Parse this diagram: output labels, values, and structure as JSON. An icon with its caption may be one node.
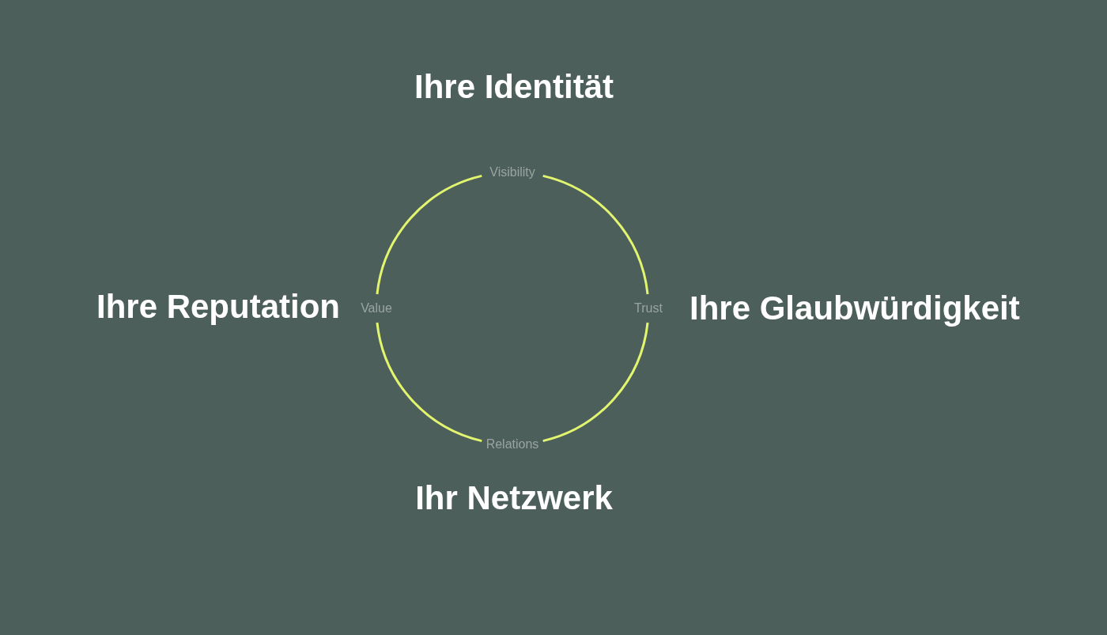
{
  "diagram": {
    "nodes": [
      {
        "text": [
          "Visibility"
        ],
        "beside": [
          "Ihre Identität"
        ]
      },
      {
        "text": [
          "Value"
        ],
        "beside": [
          "Ihre Reputation"
        ]
      },
      {
        "text": [
          "Trust"
        ],
        "beside": [
          "Ihre Glaubwürdigkeit"
        ]
      },
      {
        "text": [
          "Relations"
        ],
        "beside": [
          "Ihr Netzwerk"
        ]
      }
    ],
    "edges": [
      {
        "from": 0,
        "to": 2,
        "arrow": "none"
      },
      {
        "from": 2,
        "to": 3,
        "arrow": "none"
      },
      {
        "from": 3,
        "to": 1,
        "arrow": "none"
      },
      {
        "from": 1,
        "to": 0,
        "arrow": "none"
      }
    ]
  }
}
